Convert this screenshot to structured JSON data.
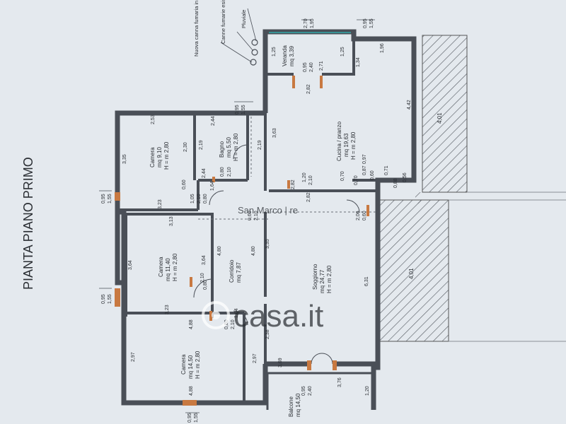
{
  "sheet": {
    "title": "PIANTA PIANO PRIMO"
  },
  "annotations": {
    "canna": "Nuova canna fumaria in acciaio",
    "camini": "Canne fumarie esistenti",
    "pluviale": "Pluviale"
  },
  "rooms": {
    "veranda": {
      "name": "Veranda",
      "area": "mq 3,39"
    },
    "bagno": {
      "name": "Bagno",
      "area": "mq 5,50",
      "height": "H = m 2,80"
    },
    "camera1": {
      "name": "Camera",
      "area": "mq 9,10",
      "height": "H = m 2,80"
    },
    "cucina": {
      "name": "Cucina / pranzo",
      "area": "mq 19,63",
      "height": "H = m 2,80"
    },
    "camera2": {
      "name": "Camera",
      "area": "mq 11,40",
      "height": "H = m 2,80"
    },
    "corridoio": {
      "name": "Corridoio",
      "area": "mq 7,87"
    },
    "soggiorno": {
      "name": "Soggiorno",
      "area": "mq 24,77",
      "height": "H = m 2,80"
    },
    "camera3": {
      "name": "Camera",
      "area": "mq 14,50",
      "height": "H = m 2,80"
    },
    "balcone": {
      "name": "Balcone",
      "area": "mq 14,50"
    }
  },
  "dimensions": {
    "d_095": "0,95",
    "d_155": "1,55",
    "d_270": "2,70",
    "d_195": "1,95",
    "d_125": "1,25",
    "d_196": "1,96",
    "d_240": "2,40",
    "d_271": "2,71",
    "d_134": "1,34",
    "d_282": "2,82",
    "d_253": "2,53",
    "d_244": "2,44",
    "d_335": "3,35",
    "d_230": "2,30",
    "d_219": "2,19",
    "d_363": "3,63",
    "d_442": "4,42",
    "d_080": "0,80",
    "d_210": "2,10",
    "d_097": "0,97",
    "d_120": "1,20",
    "d_087": "0,87",
    "d_070": "0,70",
    "d_060": "0,60",
    "d_071": "0,71",
    "d_056": "0,56",
    "d_088": "0,88",
    "d_164": "1,64",
    "d_105": "1,05",
    "d_323": "3,23",
    "d_313": "3,13",
    "d_206": "2,06",
    "d_480": "4,80",
    "d_364": "3,64",
    "d_631": "6,31",
    "d_488": "4,88",
    "d_297": "2,97",
    "d_369": "3,69",
    "d_376": "3,76",
    "d_238": "2,38",
    "d_401": "4,01"
  },
  "watermarks": {
    "agency": "San Marco | re",
    "portal": "casa.it"
  },
  "colors": {
    "paper": "#e4e9ee",
    "wall": "#4a4f57",
    "door_mark": "#c87941",
    "hatch": "#5a5f66"
  }
}
